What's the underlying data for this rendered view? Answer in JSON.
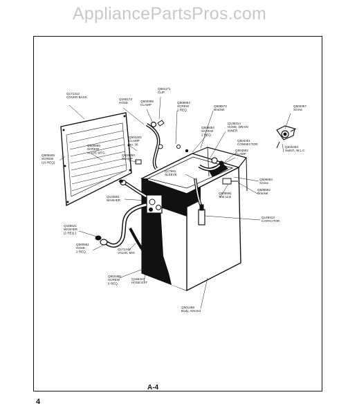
{
  "watermark": "AppliancePartsPros.com",
  "footer": {
    "page_code": "A-4",
    "page_number": "4"
  },
  "parts": [
    {
      "id": "cover-back",
      "lines": [
        "Q171312",
        "COVER BACK"
      ]
    },
    {
      "id": "hose-top",
      "lines": [
        "Q165172",
        "HOSE"
      ]
    },
    {
      "id": "clamp-top",
      "lines": [
        "Q503369",
        "CLAMP"
      ]
    },
    {
      "id": "clip",
      "lines": [
        "Q501171",
        "CLIP"
      ]
    },
    {
      "id": "screw-2req-top",
      "lines": [
        "Q506654",
        "SCREW",
        "2 REQ."
      ]
    },
    {
      "id": "bracket-top",
      "lines": [
        "Q508572",
        "Bracket"
      ]
    },
    {
      "id": "screw-right",
      "lines": [
        "Q503357",
        "Screw"
      ]
    },
    {
      "id": "screw-16req",
      "lines": [
        "Q505509",
        "SCREW",
        "(16 REQ)"
      ]
    },
    {
      "id": "screw-valve-mtg",
      "lines": [
        "Q506656",
        "SCREW",
        "VALVE MTG."
      ]
    },
    {
      "id": "clamp-no36",
      "lines": [
        "Q504401",
        "CLAMP",
        "No. 36"
      ]
    },
    {
      "id": "clamp-mid",
      "lines": [
        "Q505250",
        "CLAMP"
      ]
    },
    {
      "id": "hose-drain",
      "lines": [
        "Q136314",
        "HOSE, DRAIN",
        "INNER"
      ]
    },
    {
      "id": "screw-2req-mid",
      "lines": [
        "Q506654",
        "SCREW",
        "2 REQ."
      ]
    },
    {
      "id": "connector",
      "lines": [
        "Q504401",
        "CONNECTOR"
      ]
    },
    {
      "id": "clamp-right",
      "lines": [
        "Q504592",
        "CLAMP"
      ]
    },
    {
      "id": "switch",
      "lines": [
        "Q515253",
        "Switch, W.L.C"
      ]
    },
    {
      "id": "sleeve",
      "lines": [
        "Q17691",
        "SLEEVE"
      ]
    },
    {
      "id": "screw-side",
      "lines": [
        "Q505664",
        "Screw"
      ]
    },
    {
      "id": "bracket-side",
      "lines": [
        "Q508562",
        "Bracket"
      ]
    },
    {
      "id": "washer-left",
      "lines": [
        "Q133551",
        "WASHER"
      ]
    },
    {
      "id": "test-link",
      "lines": [
        "Q505681",
        "Test Link"
      ]
    },
    {
      "id": "capacitor",
      "lines": [
        "Q148413",
        "CAPACITOR"
      ]
    },
    {
      "id": "washer-2req",
      "lines": [
        "Q165521",
        "WASHER",
        "(2 REQ.)"
      ]
    },
    {
      "id": "hose-2req",
      "lines": [
        "Q500551",
        "HOSE -",
        "2 REQ."
      ]
    },
    {
      "id": "valve-mix",
      "lines": [
        "Q171442",
        "VALVE, MIX"
      ]
    },
    {
      "id": "screw-6req",
      "lines": [
        "Q504366",
        "SCREW",
        "6 REQ."
      ]
    },
    {
      "id": "hose-ext",
      "lines": [
        "Q166347",
        "HOSE EXT"
      ]
    },
    {
      "id": "body-almond",
      "lines": [
        "Q501469",
        "Body, Almond"
      ]
    }
  ]
}
